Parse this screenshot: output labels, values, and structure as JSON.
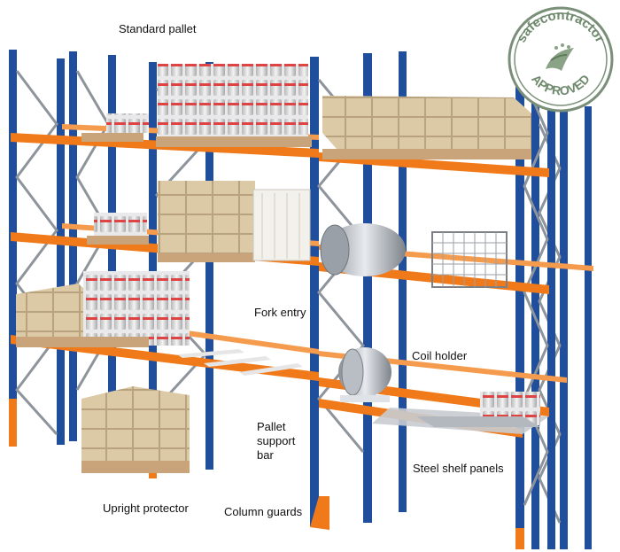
{
  "labels": {
    "standard_pallet": "Standard pallet",
    "fork_entry": "Fork entry",
    "coil_holder": "Coil holder",
    "pallet_support_bar_1": "Pallet",
    "pallet_support_bar_2": "support",
    "pallet_support_bar_3": "bar",
    "steel_shelf_panels": "Steel shelf panels",
    "upright_protector": "Upright protector",
    "column_guards": "Column guards"
  },
  "badge": {
    "top_text": "safecontractor",
    "bottom_text": "APPROVED"
  },
  "colors": {
    "upright_blue": "#1f4e9c",
    "beam_orange": "#f07a1a",
    "pallet_wood": "#c9a37a",
    "carton": "#d9c7a6",
    "badge_green": "#7a8f78"
  }
}
